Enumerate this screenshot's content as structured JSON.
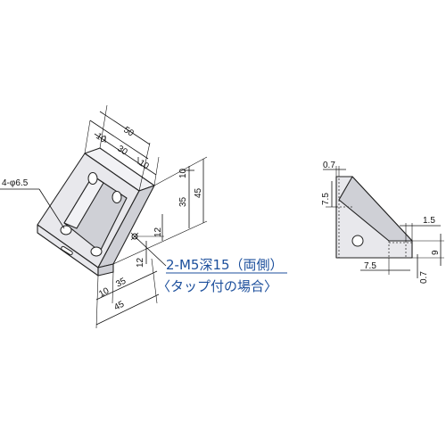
{
  "iso_view": {
    "hole_callout": "4-φ6.5",
    "dims": {
      "overall_width": "50",
      "left_margin": "10",
      "hole_pitch": "30",
      "right_margin": "10",
      "top_offset": "10",
      "height_holes": "35",
      "overall_height": "45",
      "tap_offset_a": "12",
      "tap_offset_b": "12",
      "bottom_margin": "10",
      "bottom_pitch": "35",
      "bottom_overall": "45"
    },
    "note_line1": "2-M5深15（両側）",
    "note_line2": "〈タップ付の場合〉"
  },
  "side_view": {
    "dims": {
      "top_thickness": "0.7",
      "top_offset": "7.5",
      "right_step": "1.5",
      "right_height": "9",
      "bottom_thickness": "0.7",
      "bottom_offset": "7.5"
    }
  }
}
